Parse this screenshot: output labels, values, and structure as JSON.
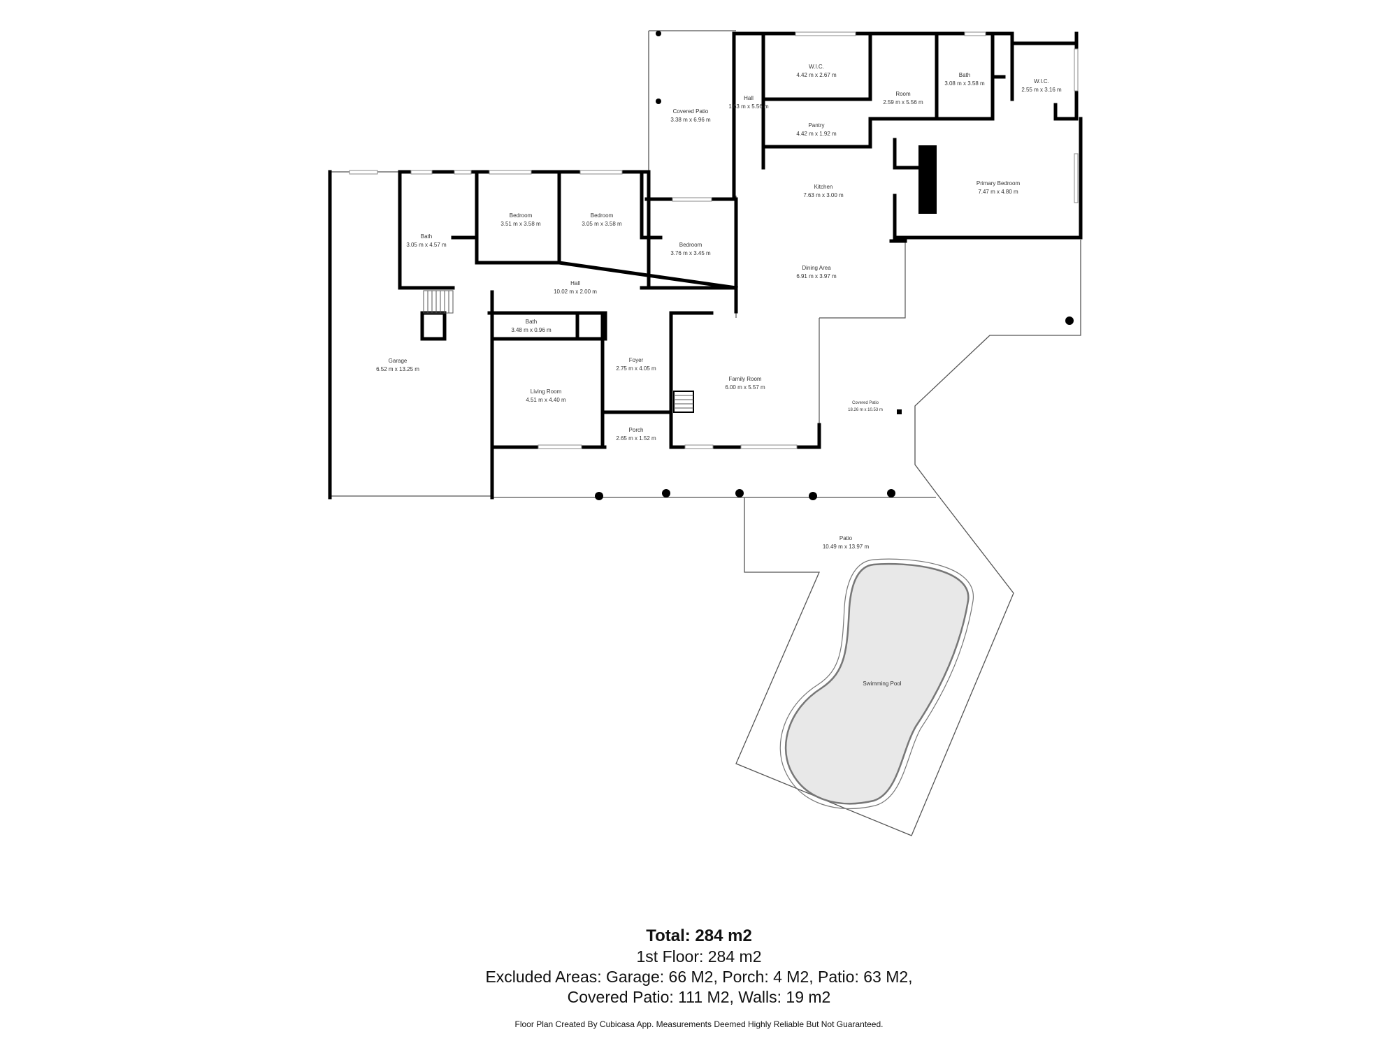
{
  "rooms": {
    "covered_patio_top": {
      "name": "Covered Patio",
      "dims": "3.38 m x 6.96 m"
    },
    "hall_top": {
      "name": "Hall",
      "dims": "1.63 m x 5.56 m"
    },
    "wic_top": {
      "name": "W.I.C.",
      "dims": "4.42 m x 2.67 m"
    },
    "pantry": {
      "name": "Pantry",
      "dims": "4.42 m x 1.92 m"
    },
    "room": {
      "name": "Room",
      "dims": "2.59 m x 5.56 m"
    },
    "bath_top": {
      "name": "Bath",
      "dims": "3.08 m x 3.58 m"
    },
    "wic_right": {
      "name": "W.I.C.",
      "dims": "2.55 m x 3.16 m"
    },
    "kitchen": {
      "name": "Kitchen",
      "dims": "7.63 m x 3.00 m"
    },
    "primary_bedroom": {
      "name": "Primary Bedroom",
      "dims": "7.47 m x 4.80 m"
    },
    "bath_left": {
      "name": "Bath",
      "dims": "3.05 m x 4.57 m"
    },
    "bedroom_1": {
      "name": "Bedroom",
      "dims": "3.51 m x 3.58 m"
    },
    "bedroom_2": {
      "name": "Bedroom",
      "dims": "3.05 m x 3.58 m"
    },
    "bedroom_3": {
      "name": "Bedroom",
      "dims": "3.76 m x 3.45 m"
    },
    "hall_main": {
      "name": "Hall",
      "dims": "10.02 m x 2.00 m"
    },
    "dining_area": {
      "name": "Dining Area",
      "dims": "6.91 m x 3.97 m"
    },
    "bath_small": {
      "name": "Bath",
      "dims": "3.48 m x 0.96 m"
    },
    "garage": {
      "name": "Garage",
      "dims": "6.52 m x 13.25 m"
    },
    "foyer": {
      "name": "Foyer",
      "dims": "2.75 m x 4.05 m"
    },
    "family_room": {
      "name": "Family Room",
      "dims": "6.00 m x 5.57 m"
    },
    "living_room": {
      "name": "Living Room",
      "dims": "4.51 m x 4.40 m"
    },
    "porch": {
      "name": "Porch",
      "dims": "2.65 m x 1.52 m"
    },
    "covered_patio_big": {
      "name": "Covered Patio",
      "dims": "18.26 m x 10.53 m"
    },
    "patio": {
      "name": "Patio",
      "dims": "10.49 m x 13.97 m"
    },
    "swimming_pool": {
      "name": "Swimming Pool",
      "dims": ""
    }
  },
  "summary": {
    "total": "Total: 284 m2",
    "floor": "1st Floor: 284 m2",
    "excluded_1": "Excluded Areas: Garage: 66 M2, Porch: 4 M2, Patio: 63 M2,",
    "excluded_2": "Covered Patio: 111 M2, Walls: 19 m2",
    "footer": "Floor Plan Created By Cubicasa App. Measurements Deemed Highly Reliable But Not Guaranteed."
  },
  "colors": {
    "wall": "#000000",
    "thin_line": "#555555",
    "pool_fill": "#e8e8e8",
    "pool_stroke": "#777777"
  }
}
